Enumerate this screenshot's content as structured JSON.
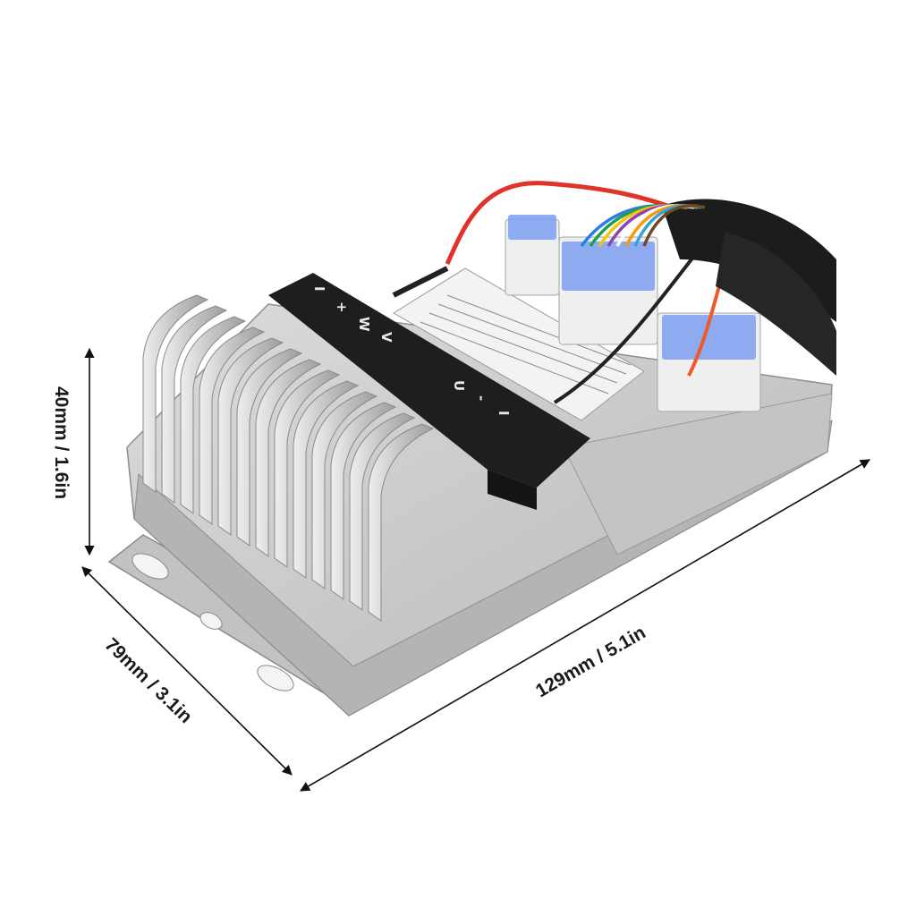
{
  "dimensions": {
    "height": "40mm / 1.6in",
    "width": "79mm / 3.1in",
    "length": "129mm / 5.1in"
  },
  "terminal_labels": {
    "top": [
      "I",
      "+",
      "W",
      "V"
    ],
    "bottom": [
      "U",
      "-",
      "I"
    ]
  },
  "colors": {
    "housing": "#c9c9c9",
    "cover": "#1e1e1e",
    "connector_blue": "#7d9ef0",
    "wire_red": "#e0342a"
  }
}
